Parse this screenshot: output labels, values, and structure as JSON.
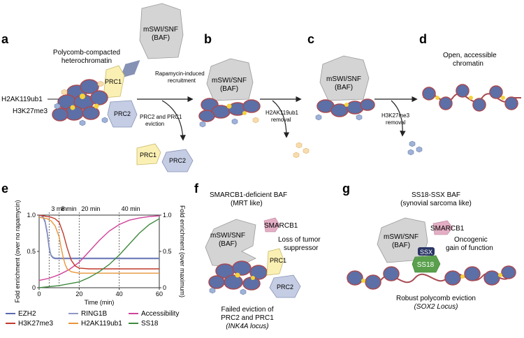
{
  "panels": {
    "a": {
      "letter": "a",
      "heterochromatin": [
        "Polycomb-compacted",
        "heterochromatin"
      ],
      "baf": [
        "mSWI/SNF",
        "(BAF)"
      ],
      "prc1": "PRC1",
      "prc2": "PRC2",
      "h2ak119ub1": "H2AK119ub1",
      "h3k27me3": "H3K27me3",
      "recruitment": [
        "Rapamycin-induced",
        "recruitment"
      ],
      "eviction": [
        "PRC2 and PRC1",
        "eviction"
      ],
      "evicted_prc1": "PRC1",
      "evicted_prc2": "PRC2"
    },
    "b": {
      "letter": "b",
      "baf": [
        "mSWI/SNF",
        "(BAF)"
      ],
      "removal": [
        "H2AK119ub1",
        "removal"
      ]
    },
    "c": {
      "letter": "c",
      "baf": [
        "mSWI/SNF",
        "(BAF)"
      ],
      "removal": [
        "H3K27me3",
        "removal"
      ]
    },
    "d": {
      "letter": "d",
      "open": [
        "Open, accessible",
        "chromatin"
      ]
    },
    "e": {
      "letter": "e"
    },
    "f": {
      "letter": "f",
      "title": [
        "SMARCB1-deficient BAF",
        "(MRT like)"
      ],
      "baf": [
        "mSWI/SNF",
        "(BAF)"
      ],
      "smarcb1": "SMARCB1",
      "loss": [
        "Loss of tumor",
        "suppressor"
      ],
      "prc1": "PRC1",
      "prc2": "PRC2",
      "failed": [
        "Failed eviction of",
        "PRC2 and PRC1",
        "(INK4A locus)"
      ]
    },
    "g": {
      "letter": "g",
      "title": [
        "SS18-SSX BAF",
        "(synovial sarcoma like)"
      ],
      "baf": [
        "mSWI/SNF",
        "(BAF)"
      ],
      "smarcb1": "SMARCB1",
      "ssx": "SSX",
      "ss18": "SS18",
      "gain": [
        "Oncogenic",
        "gain of function"
      ],
      "robust": [
        "Robust polycomb eviction",
        "(SOX2 Locus)"
      ]
    }
  },
  "colors": {
    "baf": "#d4d4d4",
    "prc1": "#fbf0b4",
    "prc2": "#c5cde4",
    "nucleosome": "#5c6fa6",
    "dna": "#a84a52",
    "smarcb1": "#e3aec4",
    "ss18": "#5aa04c",
    "ssx": "#2a3566",
    "ub_hex": "#f7dcae",
    "me3_hex": "#9fb2d8"
  },
  "chart_data": {
    "type": "line",
    "title": "",
    "xlabel": "Time (min)",
    "ylabel_left": "Fold enrichment (over no rapamycin)",
    "ylabel_right": "Fold enrichment (over maximum)",
    "xlim": [
      0,
      60
    ],
    "ylim": [
      0,
      1.0
    ],
    "xticks": [
      0,
      20,
      40,
      60
    ],
    "yticks": [
      "0",
      "0.5",
      "1.0"
    ],
    "yticks_right": [
      "0",
      "0.5",
      "1.0"
    ],
    "annotations": [
      {
        "label": "3 min",
        "x": 5
      },
      {
        "label": "8 min",
        "x": 10
      },
      {
        "label": "20 min",
        "x": 20
      },
      {
        "label": "40 min",
        "x": 40
      }
    ],
    "series": [
      {
        "name": "EZH2",
        "color": "#5b6bb0",
        "x": [
          0,
          1,
          2,
          3,
          4,
          5,
          5.5,
          6,
          7,
          8,
          10,
          15,
          20,
          30,
          40,
          50,
          60
        ],
        "y": [
          1.0,
          0.99,
          0.97,
          0.9,
          0.75,
          0.55,
          0.48,
          0.44,
          0.41,
          0.4,
          0.4,
          0.4,
          0.4,
          0.4,
          0.4,
          0.4,
          0.4
        ]
      },
      {
        "name": "RING1B",
        "color": "#8f98c8",
        "x": [
          0,
          1,
          2,
          3,
          4,
          5,
          5.5,
          6,
          7,
          8,
          10,
          15,
          20,
          30,
          40,
          50,
          60
        ],
        "y": [
          1.0,
          0.99,
          0.98,
          0.92,
          0.78,
          0.58,
          0.5,
          0.45,
          0.42,
          0.41,
          0.41,
          0.41,
          0.41,
          0.41,
          0.41,
          0.41,
          0.41
        ]
      },
      {
        "name": "Accessibility",
        "color": "#d0429a",
        "x": [
          0,
          5,
          10,
          15,
          20,
          25,
          30,
          35,
          40,
          45,
          50,
          55,
          60
        ],
        "y": [
          0.1,
          0.13,
          0.18,
          0.25,
          0.35,
          0.5,
          0.65,
          0.78,
          0.87,
          0.93,
          0.96,
          0.98,
          0.99
        ]
      },
      {
        "name": "H3K27me3",
        "color": "#c0392b",
        "x": [
          0,
          2,
          4,
          6,
          8,
          10,
          12,
          14,
          16,
          18,
          20,
          25,
          30,
          40,
          50,
          60
        ],
        "y": [
          1.0,
          0.99,
          0.98,
          0.97,
          0.95,
          0.9,
          0.75,
          0.55,
          0.38,
          0.3,
          0.27,
          0.26,
          0.26,
          0.26,
          0.26,
          0.26
        ]
      },
      {
        "name": "H2AK119ub1",
        "color": "#e8963a",
        "x": [
          0,
          2,
          4,
          6,
          8,
          10,
          11,
          12,
          13,
          14,
          16,
          18,
          20,
          30,
          40,
          60
        ],
        "y": [
          0.97,
          0.96,
          0.95,
          0.92,
          0.85,
          0.7,
          0.55,
          0.42,
          0.32,
          0.26,
          0.22,
          0.21,
          0.2,
          0.2,
          0.2,
          0.2
        ]
      },
      {
        "name": "SS18",
        "color": "#3f8a3f",
        "x": [
          0,
          10,
          20,
          25,
          30,
          35,
          40,
          45,
          50,
          55,
          60
        ],
        "y": [
          0.0,
          0.03,
          0.08,
          0.14,
          0.22,
          0.32,
          0.45,
          0.6,
          0.75,
          0.87,
          0.95
        ]
      }
    ]
  }
}
